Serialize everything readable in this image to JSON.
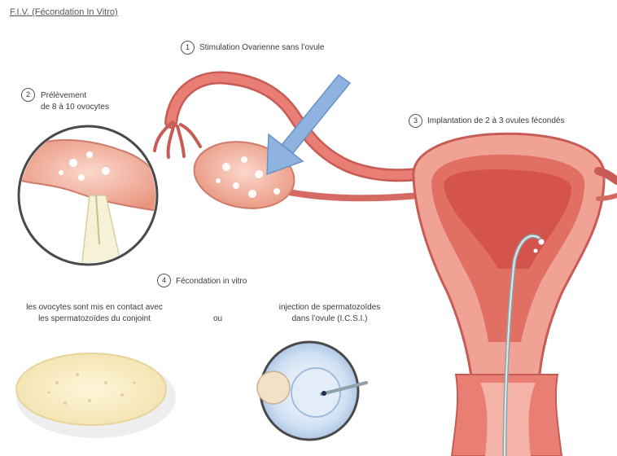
{
  "title": "F.I.V. (Fécondation In Vitro)",
  "steps": [
    {
      "number": "1",
      "label": "Stimulation Ovarienne sans l’ovule"
    },
    {
      "number": "2",
      "label_line1": "Prélèvement",
      "label_line2": "de 8 à 10 ovocytes"
    },
    {
      "number": "3",
      "label": "Implantation de 2 à 3 ovules fécondés"
    },
    {
      "number": "4",
      "label": "Fécondation in vitro"
    }
  ],
  "methods": {
    "left_line1": "les ovocytes sont mis en contact avec",
    "left_line2": "les spermatozoïdes du conjoint",
    "separator": "ou",
    "right_line1": "injection de spermatozoïdes",
    "right_line2": "dans l’ovule (I.C.S.I.)"
  },
  "colors": {
    "tissue": "#e87e74",
    "tissue_dark": "#c95b56",
    "tissue_light": "#f6c3b6",
    "arrow": "#8fb3e0",
    "circle_stroke": "#4a4a4a",
    "catheter": "#b8c7cc"
  }
}
